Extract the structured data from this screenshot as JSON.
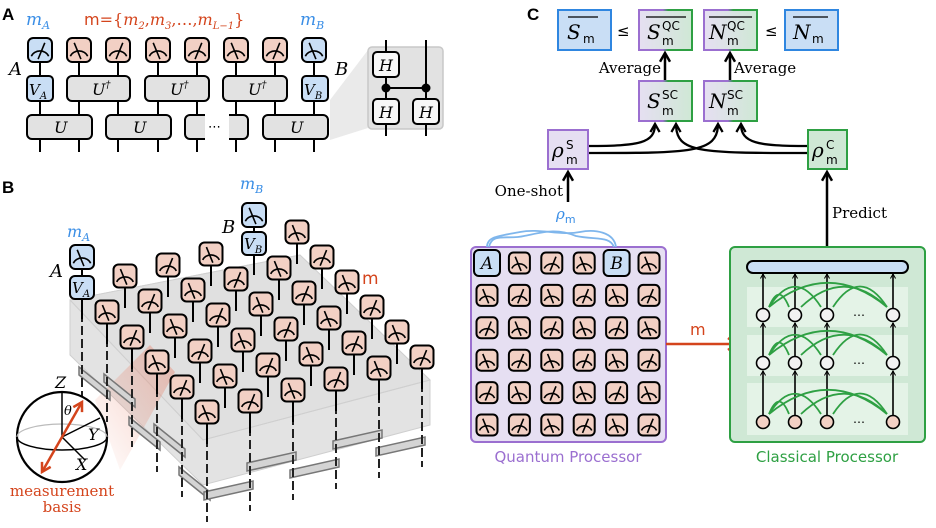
{
  "colors": {
    "blue_text": "#3a8ee6",
    "red_accent": "#d4441c",
    "blue_fill": "#c9def5",
    "pink_fill": "#f2d0c4",
    "gate_gray": "#e2e2e2",
    "purple": "#9b6fd0",
    "purple_fill": "#e6dff2",
    "green": "#2ea043",
    "green_fill": "#cfe8d5",
    "top_box_border": "#2f86e0"
  },
  "panel_a": {
    "letter": "A",
    "m_A": {
      "base": "m",
      "sub": "A"
    },
    "m_B": {
      "base": "m",
      "sub": "B"
    },
    "m_set": {
      "label": "m",
      "open": "={",
      "terms": [
        {
          "base": "m",
          "sub": "2"
        },
        {
          "base": "m",
          "sub": "3"
        },
        {
          "base": "m",
          "sub": "L−1"
        }
      ],
      "sep": ",",
      "ellipsis_sep": ",…,",
      "close": "}"
    },
    "site_A": "A",
    "site_B": "B",
    "V_A": {
      "base": "V",
      "sub": "A"
    },
    "V_B": {
      "base": "V",
      "sub": "B"
    },
    "U_dagger": {
      "base": "U",
      "sup": "†"
    },
    "U": "U",
    "ellipsis": "⋯",
    "inset_gate": "H"
  },
  "panel_b": {
    "letter": "B",
    "m_A": {
      "base": "m",
      "sub": "A"
    },
    "m_B": {
      "base": "m",
      "sub": "B"
    },
    "site_A": "A",
    "site_B": "B",
    "V_A": {
      "base": "V",
      "sub": "A"
    },
    "V_B": {
      "base": "V",
      "sub": "B"
    },
    "m_label": "m",
    "bloch": {
      "z": "Z",
      "y": "Y",
      "x": "X",
      "theta": "θ"
    },
    "basis_label": [
      "measurement",
      "basis"
    ]
  },
  "panel_c": {
    "letter": "C",
    "top": {
      "S_avg": {
        "base": "S",
        "sub": "m"
      },
      "S_QC_avg": {
        "base": "S",
        "sub": "m",
        "sup": "QC"
      },
      "N_QC_avg": {
        "base": "N",
        "sub": "m",
        "sup": "QC"
      },
      "N_avg": {
        "base": "N",
        "sub": "m"
      },
      "leq": "≤"
    },
    "S_SC": {
      "base": "S",
      "sub": "m",
      "sup": "SC"
    },
    "N_SC": {
      "base": "N",
      "sub": "m",
      "sup": "SC"
    },
    "average_label": "Average",
    "rho_S": {
      "base": "ρ",
      "sub": "m",
      "sup": "S"
    },
    "rho_C": {
      "base": "ρ",
      "sub": "m",
      "sup": "C"
    },
    "one_shot": "One-shot",
    "predict": "Predict",
    "rho_m": {
      "base": "ρ",
      "sub": "m"
    },
    "m_arrow_label": "m",
    "quantum_grid_A": "A",
    "quantum_grid_B": "B",
    "quantum_label": "Quantum Processor",
    "classical_label": "Classical Processor",
    "node_ellipsis": "⋯"
  }
}
